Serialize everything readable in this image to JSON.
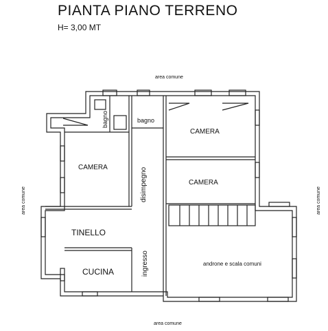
{
  "header": {
    "title": "PIANTA PIANO TERRENO",
    "subtitle": "H= 3,00 MT"
  },
  "plan": {
    "surroundings": {
      "top": "area comune",
      "bottom": "area comune",
      "left": "area comune",
      "right": "area comune"
    },
    "rooms": {
      "bagno_left": "bagno",
      "bagno_right": "bagno",
      "camera_top_right": "CAMERA",
      "camera_left": "CAMERA",
      "disimpegno": "disimpegno",
      "camera_mid_right": "CAMERA",
      "tinello": "TINELLO",
      "ingresso": "ingresso",
      "androne": "androne e scala comuni",
      "cucina": "CUCINA"
    }
  }
}
